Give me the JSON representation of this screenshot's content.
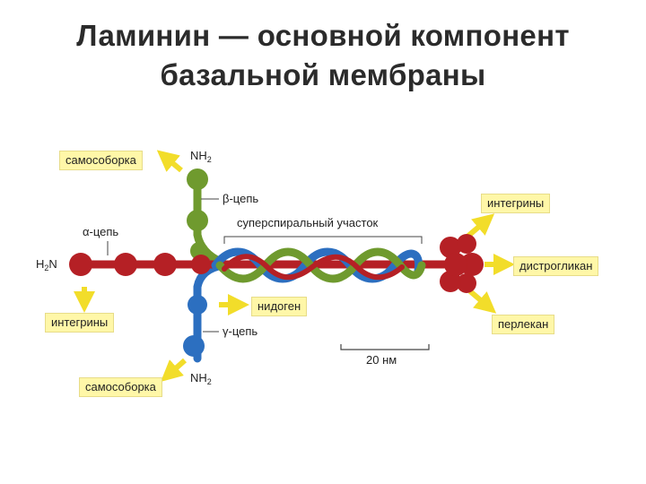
{
  "title": {
    "line1": "Ламинин — основной компонент",
    "line2": "базальной мембраны"
  },
  "diagram": {
    "labels": {
      "self_assembly_top": "самособорка",
      "self_assembly_bottom": "самособорка",
      "integrins_left": "интегрины",
      "integrins_right": "интегрины",
      "dystroglycan": "дистрогликан",
      "perlecan": "перлекан",
      "nidogen": "нидоген"
    },
    "chains": {
      "alpha": "α-цепь",
      "beta": "β-цепь",
      "gamma": "γ-цепь"
    },
    "termini": {
      "nh2_top": "NH",
      "nh2_bottom": "NH",
      "h2n_left_h": "H",
      "h2n_left_n": "N",
      "subscript": "2"
    },
    "coiled_coil": "суперспиральный участок",
    "scale_bar": "20 нм",
    "colors": {
      "alpha_chain": "#b52025",
      "beta_chain": "#6f9a2e",
      "gamma_chain": "#2c6fc0",
      "arrow": "#f2dd2a",
      "label_bg": "#fff7a8"
    },
    "icons": [
      "arrow-up-left-icon",
      "arrow-left-icon",
      "arrow-down-icon",
      "arrow-right-icon",
      "arrow-up-right-icon",
      "arrow-down-right-icon"
    ]
  }
}
